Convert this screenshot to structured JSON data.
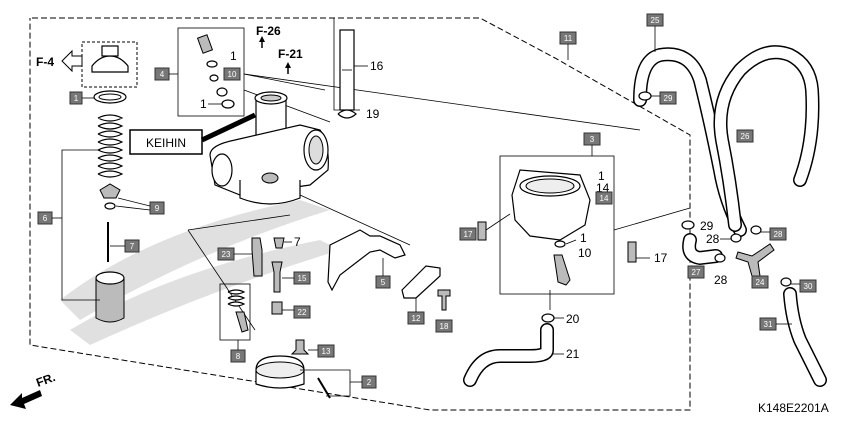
{
  "diagram": {
    "ref_labels": {
      "f4": "F-4",
      "f26": "F-26",
      "f21": "F-21",
      "keihin": "KEIHIN",
      "front": "FR.",
      "code": "K148E2201A"
    },
    "box_labels": {
      "b1": "1",
      "b2": "2",
      "b3": "3",
      "b4": "4",
      "b5": "5",
      "b6": "6",
      "b7": "7",
      "b8": "8",
      "b9": "9",
      "b10": "10",
      "b11": "11",
      "b12": "12",
      "b13": "13",
      "b14": "14",
      "b15": "15",
      "b17": "17",
      "b18": "18",
      "b22": "22",
      "b23": "23",
      "b24": "24",
      "b25": "25",
      "b26": "26",
      "b27": "27",
      "b28": "28",
      "b29": "29",
      "b30": "30",
      "b31": "31"
    },
    "plain_labels": {
      "p1a": "1",
      "p1b": "1",
      "p16": "16",
      "p19": "19",
      "p1c": "1",
      "p14": "14",
      "p17a": "17",
      "p1d": "1",
      "p10": "10",
      "p7": "7",
      "p29": "29",
      "p28a": "28",
      "p28b": "28",
      "p20": "20",
      "p21": "21"
    }
  }
}
